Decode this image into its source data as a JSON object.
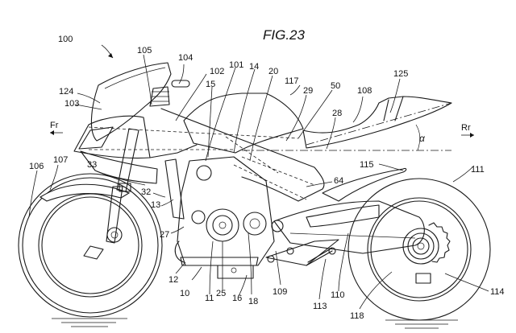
{
  "figure": {
    "title": "FIG.23",
    "subject": "motorcycle side view (patent drawing)",
    "direction_front": "Fr",
    "direction_rear": "Rr",
    "angle_symbol": "α"
  },
  "reference_numerals": {
    "n100": "100",
    "n105": "105",
    "n104": "104",
    "n102": "102",
    "n101": "101",
    "n14": "14",
    "n20": "20",
    "n117": "117",
    "n29": "29",
    "n50": "50",
    "n108": "108",
    "n125": "125",
    "n28": "28",
    "n15": "15",
    "n124": "124",
    "n103": "103",
    "n107": "107",
    "n106": "106",
    "n33": "33",
    "n32": "32",
    "n13": "13",
    "n27": "27",
    "n64": "64",
    "n115": "115",
    "n111": "111",
    "n12": "12",
    "n10": "10",
    "n11": "11",
    "n25": "25",
    "n16": "16",
    "n18": "18",
    "n109": "109",
    "n113": "113",
    "n110": "110",
    "n118": "118",
    "n114": "114"
  }
}
